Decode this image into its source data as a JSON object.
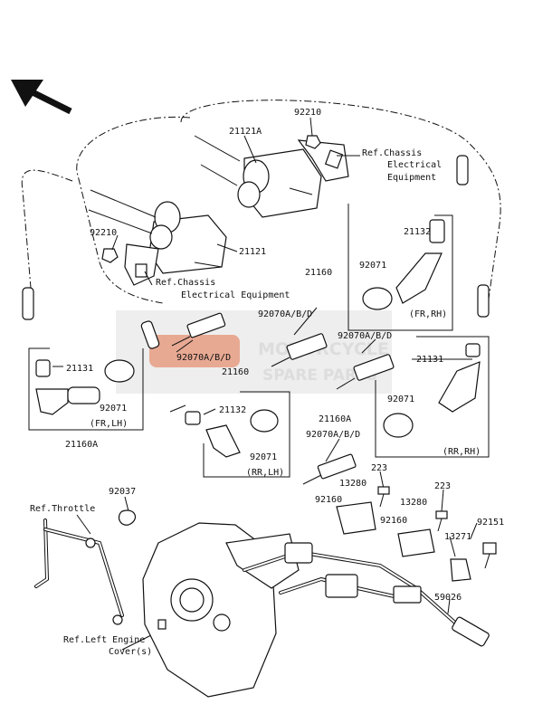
{
  "labels": {
    "p92210a": "92210",
    "p21121a": "21121A",
    "refChassis1a": "Ref.Chassis",
    "refChassis1b": "Electrical",
    "refChassis1c": "Equipment",
    "p92210b": "92210",
    "p21121": "21121",
    "refChassis2a": "Ref.Chassis",
    "refChassis2b": "Electrical Equipment",
    "p21132a": "21132",
    "p21160a_top": "21160",
    "p92071a": "92071",
    "frrh": "(FR,RH)",
    "p92070a": "92070A/B/D",
    "p92070b": "92070A/B/D",
    "p92070c": "92070A/B/D",
    "p21131a": "21131",
    "p92071b": "92071",
    "frlh": "(FR,LH)",
    "p21160A_left": "21160A",
    "p21160b": "21160",
    "p21132b": "21132",
    "p92071c": "92071",
    "rrlh": "(RR,LH)",
    "p21131b": "21131",
    "p92071d": "92071",
    "p21160A_right": "21160A",
    "p92070d": "92070A/B/D",
    "rrrh": "(RR,RH)",
    "p223a": "223",
    "p13280a": "13280",
    "p92037": "92037",
    "refThrottle": "Ref.Throttle",
    "p92160a": "92160",
    "p13280b": "13280",
    "p223b": "223",
    "p92160b": "92160",
    "p92151": "92151",
    "p13271": "13271",
    "p59026": "59026",
    "refEngine1": "Ref.Left Engine",
    "refEngine2": "Cover(s)"
  },
  "watermark": {
    "line1": "MOTORCYCLE",
    "line2": "SPARE PARTS"
  }
}
